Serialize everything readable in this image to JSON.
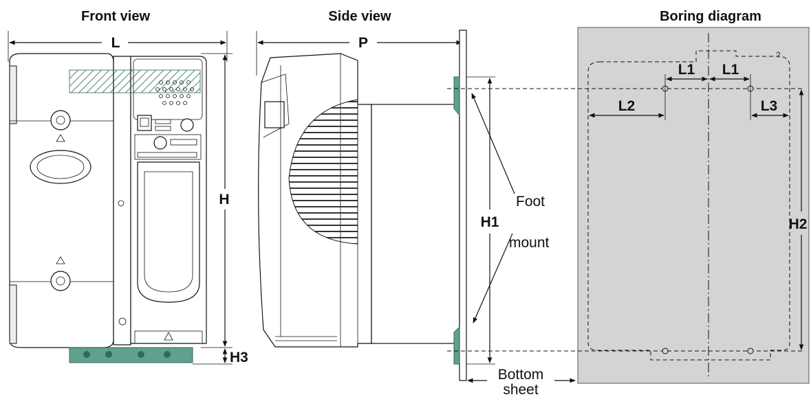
{
  "titles": {
    "front": "Front view",
    "side": "Side view",
    "boring": "Boring diagram"
  },
  "dimensions": {
    "L": "L",
    "H": "H",
    "H3": "H3",
    "P": "P",
    "H1": "H1",
    "L1_left": "L1",
    "L1_right": "L1",
    "L2": "L2",
    "L3": "L3",
    "H2": "H2"
  },
  "labels": {
    "foot": "Foot",
    "mount": "mount",
    "bottom_sheet_line1": "Bottom",
    "bottom_sheet_line2": "sheet",
    "small_mark": "?"
  },
  "colors": {
    "foot_mount": "#5fa08f",
    "boring_panel": "#d4d4d4",
    "line": "#111111"
  }
}
